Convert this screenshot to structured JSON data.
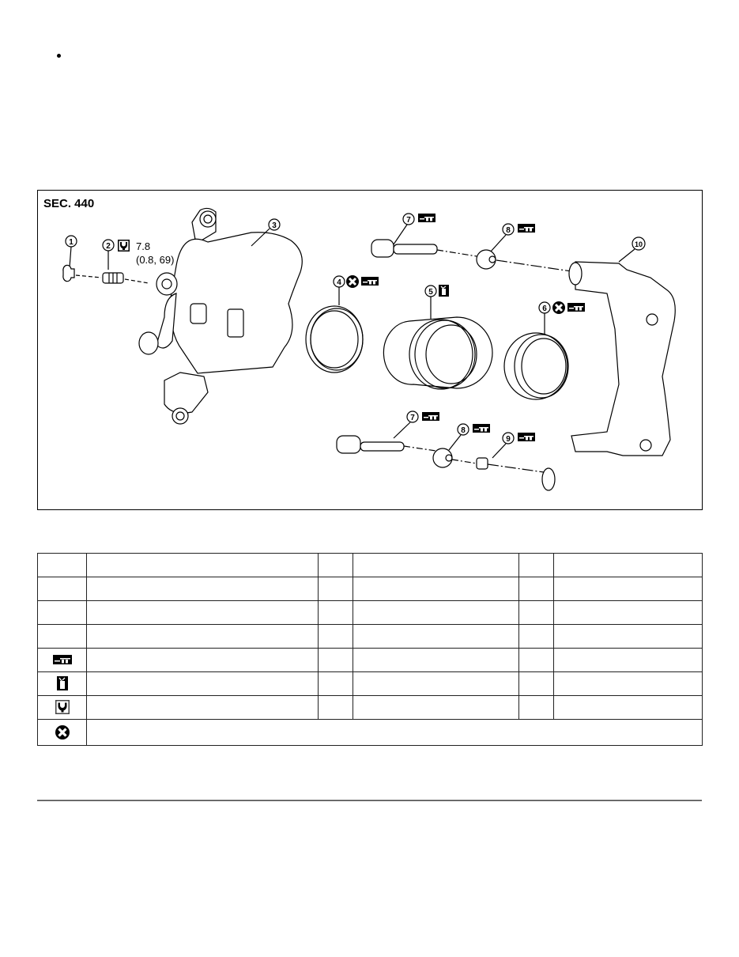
{
  "page": {
    "bullet": "•"
  },
  "figure": {
    "section_label": "SEC. 440",
    "torque_spec": {
      "value": "7.8",
      "alt_units": "(0.8, 69)"
    },
    "callouts": [
      {
        "number": "1",
        "symbols": []
      },
      {
        "number": "2",
        "symbols": [
          "torque-wrench-icon"
        ]
      },
      {
        "number": "3",
        "symbols": []
      },
      {
        "number": "4",
        "symbols": [
          "do-not-reuse-icon",
          "grease-icon"
        ]
      },
      {
        "number": "5",
        "symbols": [
          "brake-fluid-icon"
        ]
      },
      {
        "number": "6",
        "symbols": [
          "do-not-reuse-icon",
          "grease-icon"
        ]
      },
      {
        "number": "7",
        "symbols": [
          "grease-icon"
        ]
      },
      {
        "number": "8",
        "symbols": [
          "grease-icon"
        ]
      },
      {
        "number": "9",
        "symbols": [
          "grease-icon"
        ]
      },
      {
        "number": "10",
        "symbols": []
      }
    ]
  },
  "legend": {
    "rows": [
      {
        "icon": "",
        "cells": [
          "",
          "",
          "",
          "",
          ""
        ]
      },
      {
        "icon": "",
        "cells": [
          "",
          "",
          "",
          "",
          ""
        ]
      },
      {
        "icon": "",
        "cells": [
          "",
          "",
          "",
          "",
          ""
        ]
      },
      {
        "icon": "",
        "cells": [
          "",
          "",
          "",
          "",
          ""
        ]
      },
      {
        "icon": "grease-icon",
        "cells": [
          "",
          "",
          "",
          "",
          ""
        ]
      },
      {
        "icon": "brake-fluid-icon",
        "cells": [
          "",
          "",
          "",
          "",
          ""
        ]
      },
      {
        "icon": "torque-wrench-icon",
        "cells": [
          "",
          "",
          "",
          "",
          ""
        ]
      },
      {
        "icon": "do-not-reuse-icon",
        "cells": [
          ""
        ]
      }
    ]
  },
  "colors": {
    "ink": "#000000",
    "background": "#ffffff",
    "rule": "#777777"
  }
}
